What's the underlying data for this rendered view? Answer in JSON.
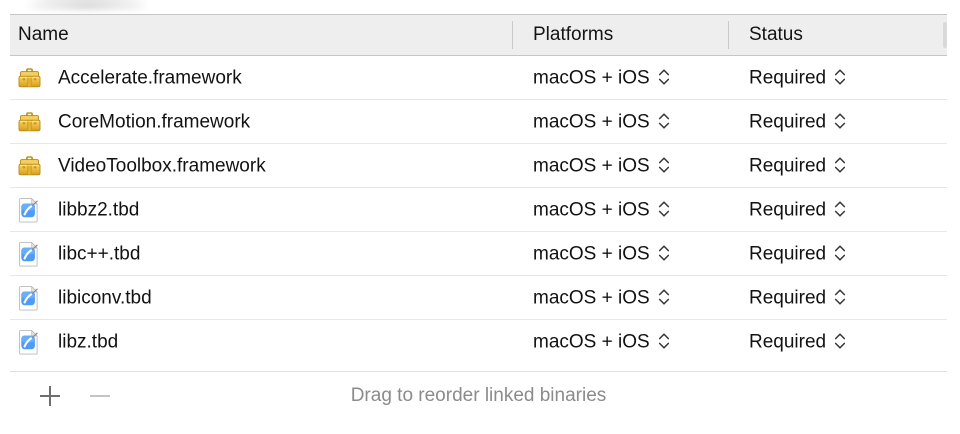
{
  "table": {
    "columns": [
      {
        "key": "name",
        "label": "Name"
      },
      {
        "key": "platforms",
        "label": "Platforms"
      },
      {
        "key": "status",
        "label": "Status"
      }
    ],
    "rows": [
      {
        "icon": "framework-toolbox-icon",
        "name": "Accelerate.framework",
        "platforms": "macOS + iOS",
        "status": "Required"
      },
      {
        "icon": "framework-toolbox-icon",
        "name": "CoreMotion.framework",
        "platforms": "macOS + iOS",
        "status": "Required"
      },
      {
        "icon": "framework-toolbox-icon",
        "name": "VideoToolbox.framework",
        "platforms": "macOS + iOS",
        "status": "Required"
      },
      {
        "icon": "tbd-document-icon",
        "name": "libbz2.tbd",
        "platforms": "macOS + iOS",
        "status": "Required"
      },
      {
        "icon": "tbd-document-icon",
        "name": "libc++.tbd",
        "platforms": "macOS + iOS",
        "status": "Required"
      },
      {
        "icon": "tbd-document-icon",
        "name": "libiconv.tbd",
        "platforms": "macOS + iOS",
        "status": "Required"
      },
      {
        "icon": "tbd-document-icon",
        "name": "libz.tbd",
        "platforms": "macOS + iOS",
        "status": "Required"
      }
    ]
  },
  "footer": {
    "add_label": "+",
    "remove_label": "−",
    "hint": "Drag to reorder linked binaries"
  },
  "colors": {
    "header_background": "#eeeeee",
    "header_border": "#c6c6c6",
    "row_separator": "#e7e7e7",
    "text": "#121212",
    "hint_text": "#8b8b8b",
    "icon_framework_gold": "#e8b838",
    "icon_tbd_blue": "#3b8cf0",
    "add_button": "#6e6e6e",
    "remove_button_disabled": "#c4c4c4"
  }
}
